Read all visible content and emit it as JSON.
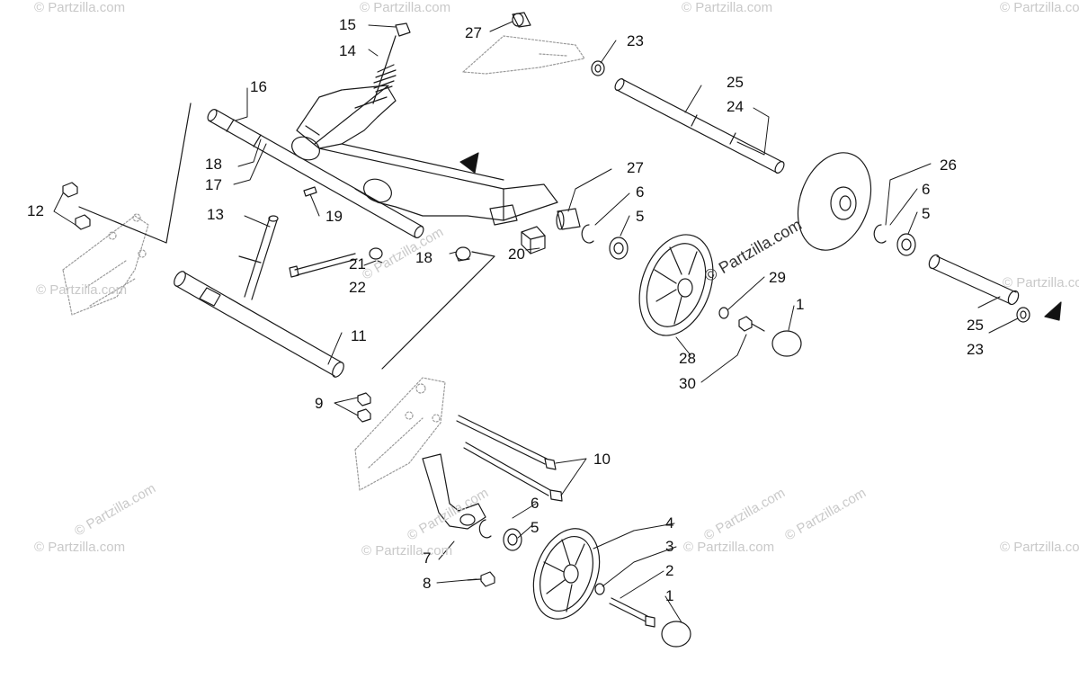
{
  "watermark": {
    "text": "© Partzilla.com",
    "center_text": "© Partzilla.com"
  },
  "callouts": {
    "c15": "15",
    "c14": "14",
    "c16": "16",
    "c27a": "27",
    "c23a": "23",
    "c25a": "25",
    "c24": "24",
    "c18a": "18",
    "c17": "17",
    "c12": "12",
    "c13": "13",
    "c19": "19",
    "c27b": "27",
    "c6a": "6",
    "c5a": "5",
    "c26": "26",
    "c6b": "6",
    "c5b": "5",
    "c21": "21",
    "c22": "22",
    "c18b": "18",
    "c20": "20",
    "c29": "29",
    "c1a": "1",
    "c25b": "25",
    "c23b": "23",
    "c11": "11",
    "c28": "28",
    "c30": "30",
    "c9": "9",
    "c10": "10",
    "c6c": "6",
    "c5c": "5",
    "c4": "4",
    "c3": "3",
    "c7": "7",
    "c8": "8",
    "c2": "2",
    "c1b": "1"
  },
  "colors": {
    "line": "#1a1a1a",
    "watermark": "#c9c9c9",
    "background": "#ffffff"
  }
}
